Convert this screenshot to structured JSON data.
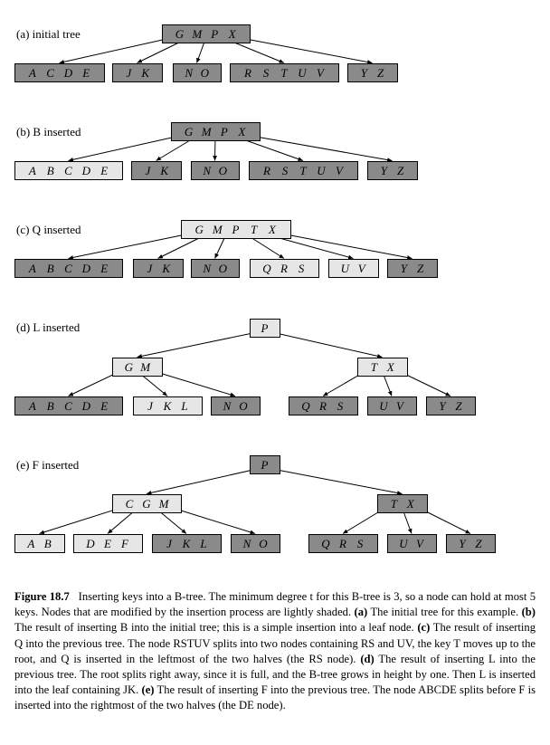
{
  "colors": {
    "dark_node": "#8a8a8a",
    "light_node": "#e6e6e6",
    "line": "#000000"
  },
  "panels": [
    {
      "label": "(a)  initial tree",
      "levels": [
        [
          {
            "keys": [
              "G",
              "M",
              "P",
              "X"
            ],
            "shade": "dark"
          }
        ],
        [
          {
            "keys": [
              "A",
              "C",
              "D",
              "E"
            ],
            "shade": "dark"
          },
          {
            "keys": [
              "J",
              "K"
            ],
            "shade": "dark"
          },
          {
            "keys": [
              "N",
              "O"
            ],
            "shade": "dark"
          },
          {
            "keys": [
              "R",
              "S",
              "T",
              "U",
              "V"
            ],
            "shade": "dark"
          },
          {
            "keys": [
              "Y",
              "Z"
            ],
            "shade": "dark"
          }
        ]
      ]
    },
    {
      "label": "(b)  B inserted",
      "levels": [
        [
          {
            "keys": [
              "G",
              "M",
              "P",
              "X"
            ],
            "shade": "dark"
          }
        ],
        [
          {
            "keys": [
              "A",
              "B",
              "C",
              "D",
              "E"
            ],
            "shade": "light"
          },
          {
            "keys": [
              "J",
              "K"
            ],
            "shade": "dark"
          },
          {
            "keys": [
              "N",
              "O"
            ],
            "shade": "dark"
          },
          {
            "keys": [
              "R",
              "S",
              "T",
              "U",
              "V"
            ],
            "shade": "dark"
          },
          {
            "keys": [
              "Y",
              "Z"
            ],
            "shade": "dark"
          }
        ]
      ]
    },
    {
      "label": "(c)  Q inserted",
      "levels": [
        [
          {
            "keys": [
              "G",
              "M",
              "P",
              "T",
              "X"
            ],
            "shade": "light"
          }
        ],
        [
          {
            "keys": [
              "A",
              "B",
              "C",
              "D",
              "E"
            ],
            "shade": "dark"
          },
          {
            "keys": [
              "J",
              "K"
            ],
            "shade": "dark"
          },
          {
            "keys": [
              "N",
              "O"
            ],
            "shade": "dark"
          },
          {
            "keys": [
              "Q",
              "R",
              "S"
            ],
            "shade": "light"
          },
          {
            "keys": [
              "U",
              "V"
            ],
            "shade": "light"
          },
          {
            "keys": [
              "Y",
              "Z"
            ],
            "shade": "dark"
          }
        ]
      ]
    },
    {
      "label": "(d)  L inserted",
      "levels": [
        [
          {
            "keys": [
              "P"
            ],
            "shade": "light"
          }
        ],
        [
          {
            "keys": [
              "G",
              "M"
            ],
            "shade": "light"
          },
          {
            "keys": [
              "T",
              "X"
            ],
            "shade": "light"
          }
        ],
        [
          {
            "keys": [
              "A",
              "B",
              "C",
              "D",
              "E"
            ],
            "shade": "dark"
          },
          {
            "keys": [
              "J",
              "K",
              "L"
            ],
            "shade": "light"
          },
          {
            "keys": [
              "N",
              "O"
            ],
            "shade": "dark"
          },
          {
            "keys": [
              "Q",
              "R",
              "S"
            ],
            "shade": "dark"
          },
          {
            "keys": [
              "U",
              "V"
            ],
            "shade": "dark"
          },
          {
            "keys": [
              "Y",
              "Z"
            ],
            "shade": "dark"
          }
        ]
      ]
    },
    {
      "label": "(e)  F inserted",
      "levels": [
        [
          {
            "keys": [
              "P"
            ],
            "shade": "dark"
          }
        ],
        [
          {
            "keys": [
              "C",
              "G",
              "M"
            ],
            "shade": "light"
          },
          {
            "keys": [
              "T",
              "X"
            ],
            "shade": "dark"
          }
        ],
        [
          {
            "keys": [
              "A",
              "B"
            ],
            "shade": "light"
          },
          {
            "keys": [
              "D",
              "E",
              "F"
            ],
            "shade": "light"
          },
          {
            "keys": [
              "J",
              "K",
              "L"
            ],
            "shade": "dark"
          },
          {
            "keys": [
              "N",
              "O"
            ],
            "shade": "dark"
          },
          {
            "keys": [
              "Q",
              "R",
              "S"
            ],
            "shade": "dark"
          },
          {
            "keys": [
              "U",
              "V"
            ],
            "shade": "dark"
          },
          {
            "keys": [
              "Y",
              "Z"
            ],
            "shade": "dark"
          }
        ]
      ]
    }
  ],
  "caption": {
    "figure_label": "Figure 18.7",
    "intro": "Inserting keys into a B-tree. The minimum degree t for this B-tree is 3, so a node can hold at most 5 keys. Nodes that are modified by the insertion process are lightly shaded.",
    "a_label": "(a)",
    "a_text": "The initial tree for this example.",
    "b_label": "(b)",
    "b_text": "The result of inserting B into the initial tree; this is a simple insertion into a leaf node.",
    "c_label": "(c)",
    "c_text": "The result of inserting Q into the previous tree. The node RSTUV splits into two nodes containing RS and UV, the key T moves up to the root, and Q is inserted in the leftmost of the two halves (the RS node).",
    "d_label": "(d)",
    "d_text": "The result of inserting L into the previous tree. The root splits right away, since it is full, and the B-tree grows in height by one. Then L is inserted into the leaf containing JK.",
    "e_label": "(e)",
    "e_text": "The result of inserting F into the previous tree. The node ABCDE splits before F is inserted into the rightmost of the two halves (the DE node)."
  }
}
